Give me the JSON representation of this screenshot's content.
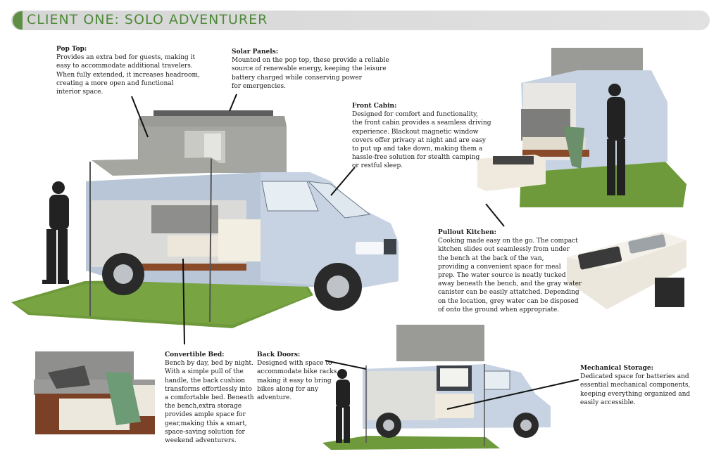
{
  "title": "CLIENT ONE: SOLO ADVENTURER",
  "notes": {
    "pop_top": {
      "heading": "Pop Top:",
      "lines": [
        "Provides an extra bed for guests, making it",
        "easy to accommodate additional travelers.",
        "When fully extended, it increases headroom,",
        "creating a more open and functional",
        "interior space."
      ]
    },
    "solar_panels": {
      "heading": "Solar Panels:",
      "lines": [
        "Mounted on the pop top, these provide a reliable",
        "source of renewable energy, keeping the leisure",
        "battery charged while conserving power",
        "for emergencies."
      ]
    },
    "front_cabin": {
      "heading": "Front Cabin:",
      "lines": [
        "Designed for comfort and functionality,",
        "the front cabin provides a seamless driving",
        "experience. Blackout magnetic window",
        "covers offer privacy at night and are easy",
        "to put up and take down, making them a",
        "hassle-free solution for stealth camping",
        "or restful sleep."
      ]
    },
    "pullout_kitchen": {
      "heading": "Pullout Kitchen:",
      "lines": [
        "Cooking made easy on the go. The compact",
        "kitchen slides out seamlessly from under",
        "the bench at the back of the van,",
        "providing a convenient space for meal",
        "prep. The water source is neatly tucked",
        "away beneath the bench, and the gray water",
        "canister can be easily attatched. Depending",
        "on the location, grey water can be disposed",
        "of onto the ground when appropriate."
      ]
    },
    "convertible_bed": {
      "heading": "Convertible Bed:",
      "lines": [
        "Bench by day, bed by night.",
        "With a simple pull of the",
        "handle, the back cushion",
        "transforms effortlessly into",
        "a comfortable bed. Beneath",
        "the bench,extra storage",
        "provides ample space for",
        "gear,making this a smart,",
        "space-saving solution for",
        "weekend adventurers."
      ]
    },
    "back_doors": {
      "heading": "Back Doors:",
      "lines": [
        "Designed with space to",
        "accommodate bike racks,",
        "making it easy to bring",
        "bikes along for any",
        "adventure."
      ]
    },
    "mechanical_storage": {
      "heading": "Mechanical Storage:",
      "lines": [
        "Dedicated space for batteries and",
        "essential mechanical components,",
        "keeping everything organized and",
        "easily accessible."
      ]
    }
  },
  "colors": {
    "accent_green": "#4f8a3a",
    "van_blue": "#b8c6d8",
    "grass": "#6f9a3c",
    "wood": "#8a4b2a",
    "poptop_gray": "#9a9a96"
  }
}
